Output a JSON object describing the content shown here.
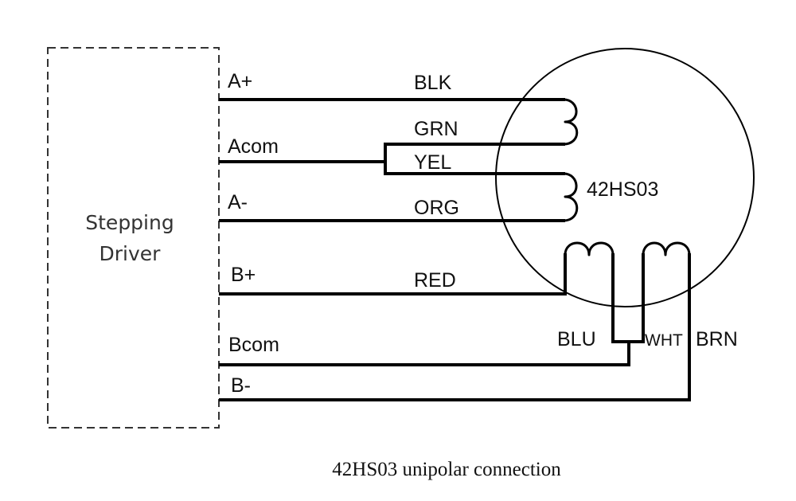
{
  "driver": {
    "label_line1": "Stepping",
    "label_line2": "Driver"
  },
  "motor": {
    "model": "42HS03"
  },
  "terminals": [
    "A+",
    "Acom",
    "A-",
    "B+",
    "Bcom",
    "B-"
  ],
  "wires": {
    "blk": "BLK",
    "grn": "GRN",
    "yel": "YEL",
    "org": "ORG",
    "red": "RED",
    "blu": "BLU",
    "wht": "WHT",
    "brn": "BRN"
  },
  "caption": "42HS03 unipolar connection"
}
